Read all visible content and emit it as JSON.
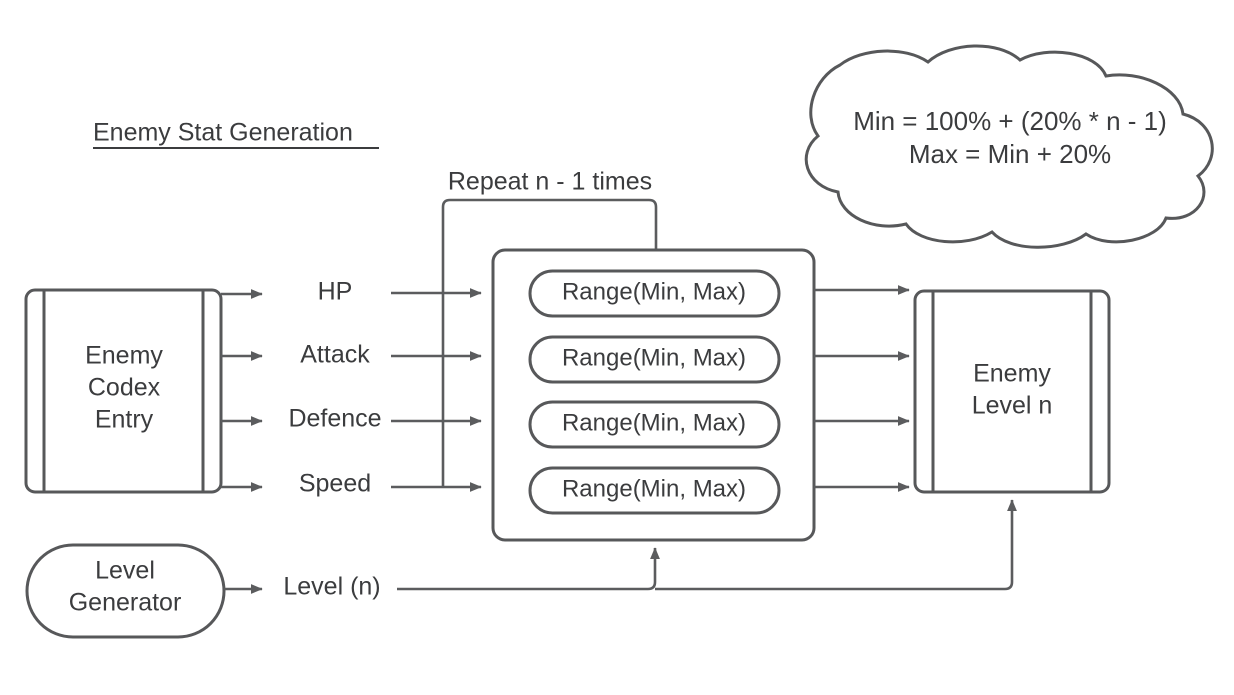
{
  "diagram": {
    "title": "Enemy Stat Generation",
    "bubble": {
      "line1": "Min = 100% + (20% *  n - 1)",
      "line2": "Max = Min + 20%"
    },
    "source_node": {
      "line1": "Enemy",
      "line2": "Codex",
      "line3": "Entry"
    },
    "stats": [
      {
        "label": "HP"
      },
      {
        "label": "Attack"
      },
      {
        "label": "Defence"
      },
      {
        "label": "Speed"
      }
    ],
    "loop_label": "Repeat n - 1 times",
    "range_nodes": [
      {
        "label": "Range(Min, Max)"
      },
      {
        "label": "Range(Min, Max)"
      },
      {
        "label": "Range(Min, Max)"
      },
      {
        "label": "Range(Min, Max)"
      }
    ],
    "target_node": {
      "line1": "Enemy",
      "line2": "Level n"
    },
    "level_generator": {
      "line1": "Level",
      "line2": "Generator"
    },
    "level_edge_label": "Level (n)",
    "colors": {
      "stroke": "#57585a",
      "connector": "#5b5c5e",
      "text": "#3b3c3e",
      "background": "#ffffff"
    }
  }
}
